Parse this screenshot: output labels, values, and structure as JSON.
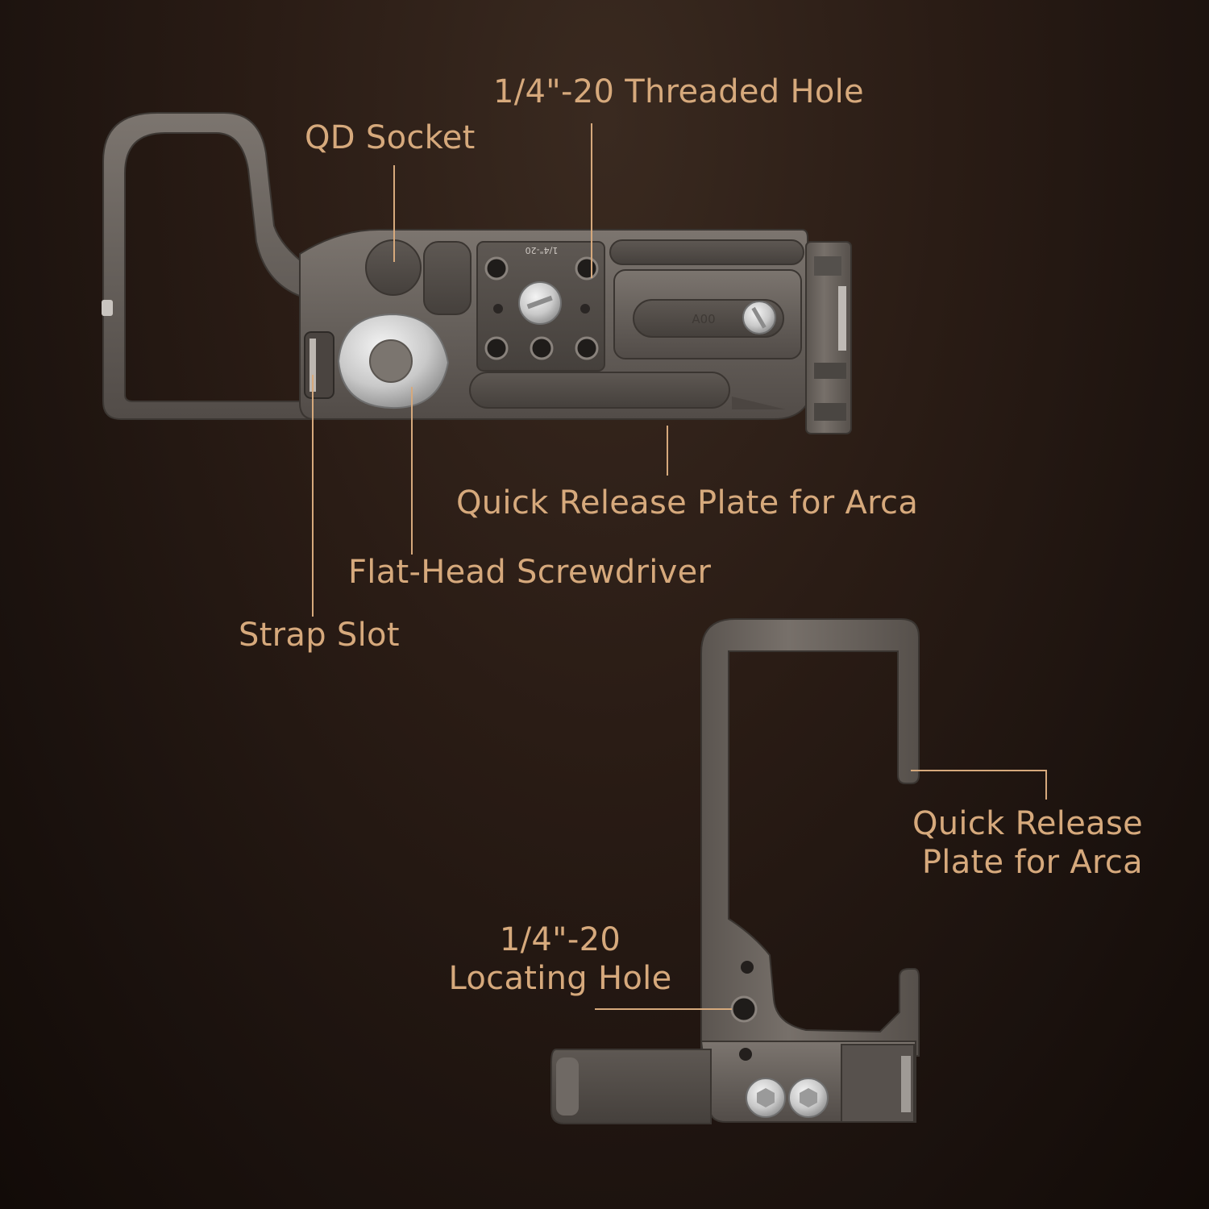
{
  "top_view": {
    "callouts": {
      "threaded_hole": "1/4\"-20 Threaded Hole",
      "qd_socket": "QD Socket",
      "quick_release_plate": "Quick Release Plate for Arca",
      "screwdriver": "Flat-Head Screwdriver",
      "strap_slot": "Strap Slot"
    },
    "engraving": {
      "thread_mark": "1/4\"-20",
      "model_mark": "A00"
    }
  },
  "side_view": {
    "callouts": {
      "quick_release_plate_line1": "Quick Release",
      "quick_release_plate_line2": "Plate for Arca",
      "locating_hole_line1": "1/4\"-20",
      "locating_hole_line2": "Locating Hole"
    }
  },
  "colors": {
    "accent": "#d6a97c",
    "background": "#2a1c15",
    "metal": "#6d6660"
  }
}
